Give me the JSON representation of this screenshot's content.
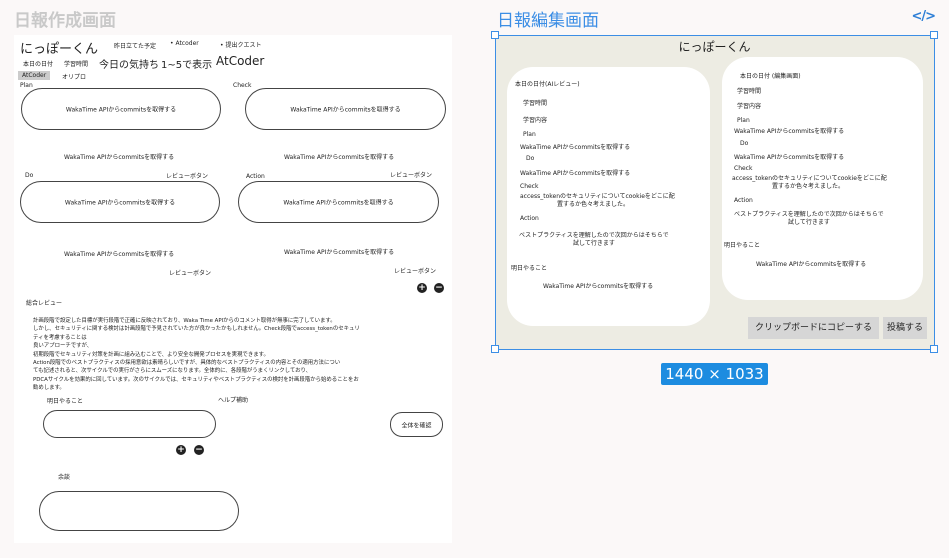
{
  "left_frame": {
    "title": "日報作成画面",
    "header": {
      "name": "にっぽーくん",
      "links": [
        "昨日立てた予定",
        "• Atcoder",
        "• 提出クエスト"
      ],
      "row2": {
        "date": "本日の日付",
        "study_time": "学習時間",
        "mood": "今日の気持ち",
        "range": "1~5で表示",
        "subject": "AtCoder"
      },
      "tag_active": "AtCoder",
      "tag_other": "オリプロ"
    },
    "sections": {
      "plan": "Plan",
      "check": "Check",
      "do": "Do",
      "action": "Action"
    },
    "waka_text": "WakaTime APIからcommitsを取得する",
    "review_button": "レビューボタン",
    "summary": {
      "heading": "総合レビュー",
      "lines": [
        "計画段階で設定した目標が実行段階で正確に反映されており、Waka Time APIからのコメント取得が無事に完了しています。",
        "しかし、セキュリティに関する検討は計画段階で予見されていた方が良かったかもしれません。Check段階でaccess_tokenのセキュリ",
        "ティを考慮することは",
        "良いアプローチですが、",
        "初期段階でセキュリティ対策を計画に組み込むことで、より安全な開発プロセスを実現できます。",
        "Action段階でのベストプラクティスの採用意欲は素晴らしいですが、具体的なベストプラクティスの内容とその適用方法につい",
        "ても記述されると、次サイクルでの実行がさらにスムーズになります。全体的に、各段階がうまくリンクしており、",
        "PDCAサイクルを効果的に回しています。次のサイクルでは、セキュリティやベストプラクティスの検討を計画段階から始めることをお",
        "勧めします。"
      ]
    },
    "tomorrow": "明日やること",
    "help": "ヘルプ補助",
    "confirm_all": "全体を確認",
    "spare": "余談"
  },
  "right_frame": {
    "title": "日報編集画面",
    "app_name": "にっぽーくん",
    "left_card": {
      "date": "本日の日付(AIレビュー)",
      "study_time": "学習時間",
      "study_content": "学習内容",
      "plan": "Plan",
      "plan_text": "WakaTime APIからcommitsを取得する",
      "do": "Do",
      "do_text": "WakaTime APIからcommitsを取得する",
      "check": "Check",
      "check_text_1": "access_tokenのセキュリティについてcookieをどこに配",
      "check_text_2": "置するか色々考えました。",
      "action": "Action",
      "action_text_1": "ベストプラクティスを理解したので次回からはそちらで",
      "action_text_2": "試して行きます",
      "tomorrow": "明日やること",
      "tomorrow_text": "WakaTime APIからcommitsを取得する"
    },
    "right_card": {
      "date": "本日の日付 (編集画面)",
      "study_time": "学習時間",
      "study_content": "学習内容",
      "plan": "Plan",
      "plan_text": "WakaTime APIからcommitsを取得する",
      "do": "Do",
      "do_text": "WakaTime APIからcommitsを取得する",
      "check": "Check",
      "check_text_1": "access_tokenのセキュリティについてcookieをどこに配",
      "check_text_2": "置するか色々考えました。",
      "action": "Action",
      "action_text_1": "ベストプラクティスを理解したので次回からはそちらで",
      "action_text_2": "試して行きます",
      "tomorrow": "明日やること",
      "tomorrow_text": "WakaTime APIからcommitsを取得する"
    },
    "copy_button": "クリップボードにコピーする",
    "post_button": "投稿する"
  },
  "size_badge": "1440 × 1033",
  "code_icon": "</>",
  "colors": {
    "accent": "#3c8ee5",
    "badge": "#1d8ce0",
    "editor_bg": "#edece3"
  }
}
